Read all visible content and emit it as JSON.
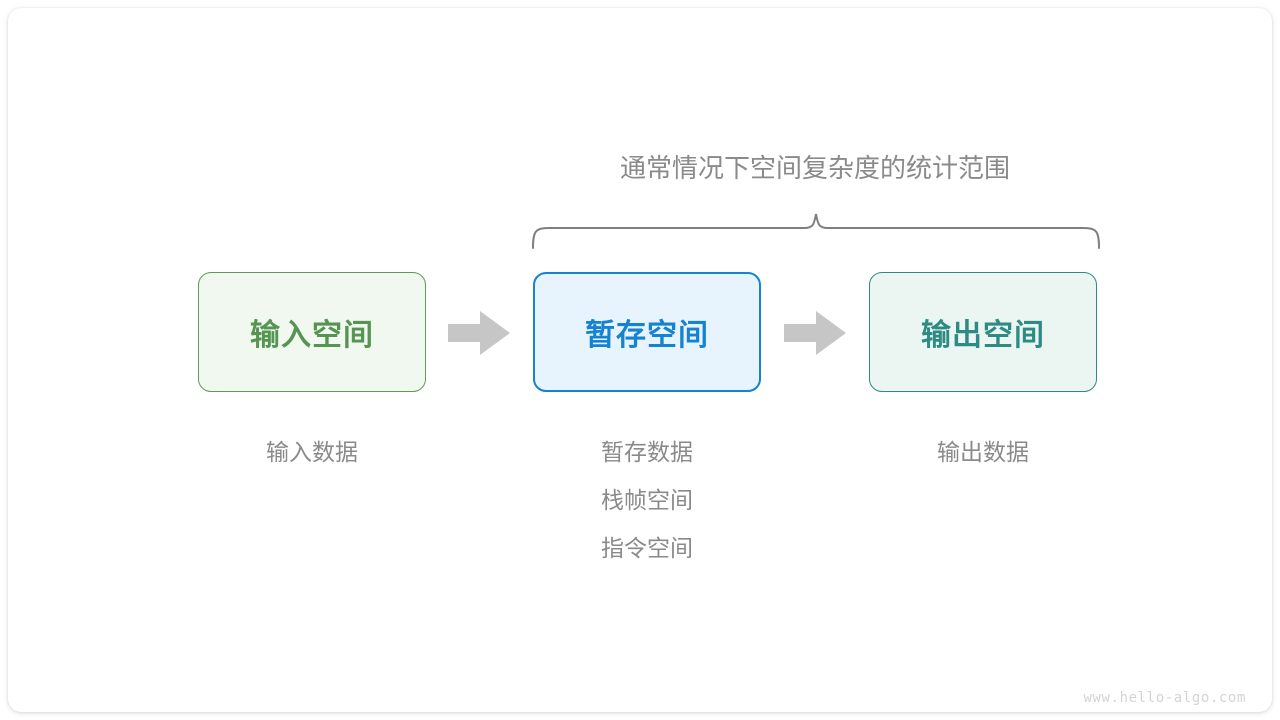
{
  "diagram": {
    "caption": {
      "prefix": "通常情况下",
      "emphasis": "空间复杂度",
      "suffix": "的统计范围"
    },
    "brace": {
      "name": "curly-brace",
      "color": "#7f7f7f",
      "span_from": "暂存空间",
      "span_to": "输出空间"
    },
    "boxes": [
      {
        "key": "input",
        "title": "输入空间",
        "border_color": "#5a9c53",
        "fill_color": "#f1f8f0",
        "text_color": "#559451",
        "labels": [
          "输入数据"
        ]
      },
      {
        "key": "temp",
        "title": "暂存空间",
        "border_color": "#1683d0",
        "fill_color": "#e8f4fd",
        "text_color": "#1683d0",
        "labels": [
          "暂存数据",
          "栈帧空间",
          "指令空间"
        ]
      },
      {
        "key": "output",
        "title": "输出空间",
        "border_color": "#2e8b83",
        "fill_color": "#ebf6f3",
        "text_color": "#2e8b83",
        "labels": [
          "输出数据"
        ]
      }
    ],
    "arrows": [
      {
        "key": "arrow-input-to-temp",
        "color": "#c6c6c6"
      },
      {
        "key": "arrow-temp-to-output",
        "color": "#c6c6c6"
      }
    ],
    "watermark": "www.hello-algo.com"
  }
}
